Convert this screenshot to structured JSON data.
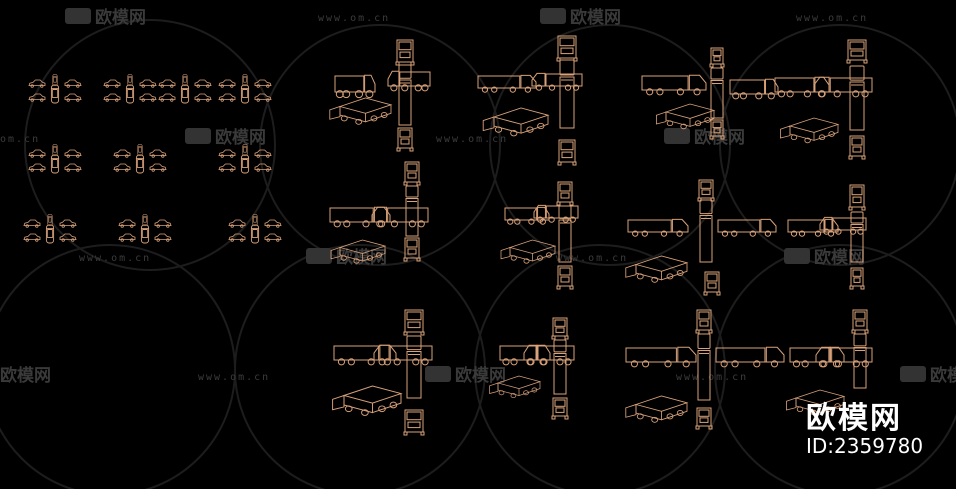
{
  "watermark": {
    "logo_text": "欧模网",
    "url": "www.om.cn",
    "url_short": "om.cn"
  },
  "brand": {
    "name": "欧模网",
    "id_label": "ID:2359780"
  },
  "colors": {
    "background": "#000000",
    "drawing": "#d9a27a",
    "drawing_dim": "#a8734f",
    "watermark": "#3a3a3a",
    "brand_text": "#ffffff"
  }
}
